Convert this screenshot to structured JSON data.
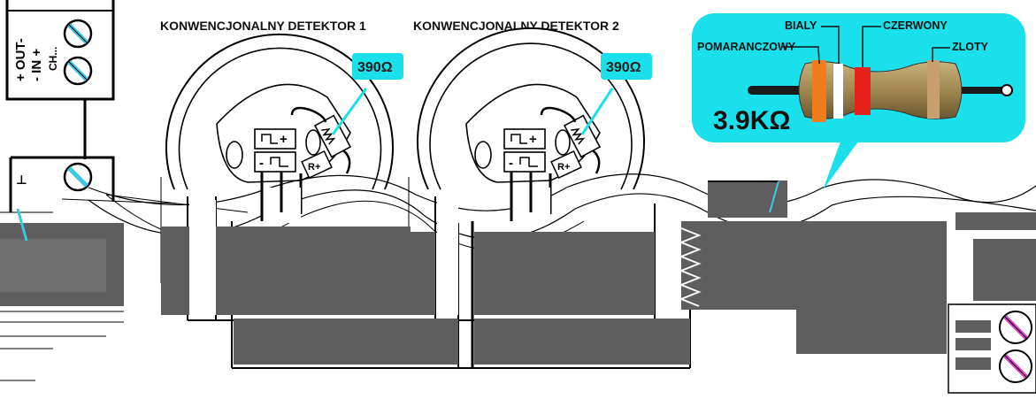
{
  "detectors": [
    {
      "title": "KONWENCJONALNY DETEKTOR 1",
      "resistor_label": "390Ω"
    },
    {
      "title": "KONWENCJONALNY DETEKTOR 2",
      "resistor_label": "390Ω"
    }
  ],
  "base_labels": {
    "plus": "+",
    "minus": "-",
    "r_plus": "R+"
  },
  "terminal_block": {
    "labels": [
      "+ OUT-",
      "- IN +",
      "CH..."
    ]
  },
  "resistor_callout": {
    "value": "3.9KΩ",
    "bands": [
      {
        "name": "POMARANCZOWY",
        "color": "#f07c1c"
      },
      {
        "name": "BIALY",
        "color": "#ffffff"
      },
      {
        "name": "CZERWONY",
        "color": "#e8201c"
      },
      {
        "name": "ZLOTY",
        "color": "#c8a070"
      }
    ],
    "callout_color": "#19e0ea",
    "body_color": "#a08850"
  },
  "colors": {
    "label_bg": "#19e0ea",
    "label_text": "#202020",
    "wire": "#000000",
    "screw_accent": "#3cc8e0",
    "screw_accent_2": "#e040c8"
  }
}
